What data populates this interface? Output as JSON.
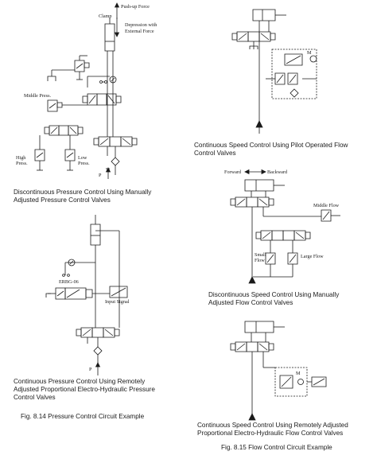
{
  "left": {
    "diagram1": {
      "labels": {
        "push_up_force": "Push-up Force",
        "clamp": "Clamp",
        "depression_line1": "Depression with",
        "depression_line2": "External Force",
        "middle_press": "Middle Press.",
        "high_press_line1": "High",
        "high_press_line2": "Press.",
        "low_press_line1": "Low",
        "low_press_line2": "Press.",
        "pump": "P"
      },
      "caption_line1": "Discontinuous Pressure Control Using Manually",
      "caption_line2": "Adjusted Pressure Control Valves"
    },
    "diagram2": {
      "labels": {
        "valve_model": "ERBG-06",
        "input_signal": "Input Signal",
        "pump": "P"
      },
      "caption_line1": "Continuous Pressure Control Using Remotely",
      "caption_line2": "Adjusted Proportional Electro-Hydraulic Pressure",
      "caption_line3": "Control Valves"
    },
    "figure_caption": "Fig. 8.14  Pressure Control Circuit Example"
  },
  "right": {
    "diagram3": {
      "labels": {
        "motor": "M"
      },
      "caption_line1": "Continuous Speed Control Using Pilot Operated Flow",
      "caption_line2": "Control Valves"
    },
    "diagram4": {
      "labels": {
        "forward": "Forward",
        "backward": "Backward",
        "middle_flow": "Middle Flow",
        "small_flow_line1": "Small",
        "small_flow_line2": "Flow",
        "large_flow": "Large Flow"
      },
      "caption_line1": "Discontinuous Speed Control Using Manually",
      "caption_line2": "Adjusted Flow Control Valves"
    },
    "diagram5": {
      "labels": {
        "motor": "M"
      },
      "caption_line1": "Continuous Speed Control Using Remotely Adjusted",
      "caption_line2": "Proportional Electro-Hydraulic Flow Control Valves"
    },
    "figure_caption": "Fig. 8.15  Flow Control Circuit Example"
  }
}
